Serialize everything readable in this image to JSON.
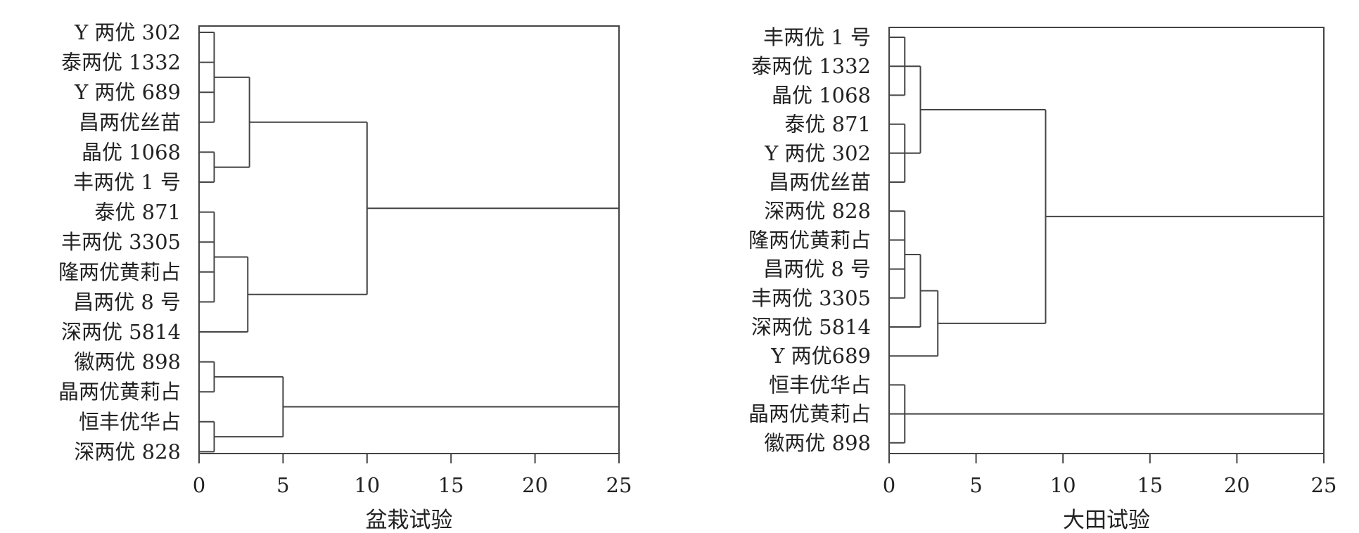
{
  "colors": {
    "line": "#444444",
    "text": "#222222",
    "background": "#ffffff"
  },
  "chart_data": [
    {
      "type": "dendrogram",
      "title": "",
      "xlabel": "盆栽试验",
      "ylabel": "",
      "xlim": [
        0,
        25
      ],
      "xticks": [
        "0",
        "5",
        "10",
        "15",
        "20",
        "25"
      ],
      "grid": false,
      "legend": "none",
      "leaves": [
        "Y 两优 302",
        "泰两优 1332",
        "Y 两优 689",
        "昌两优丝苗",
        "晶优 1068",
        "丰两优 1 号",
        "泰优 871",
        "丰两优 3305",
        "隆两优黄莉占",
        "昌两优 8 号",
        "深两优 5814",
        "徽两优 898",
        "晶两优黄莉占",
        "恒丰优华占",
        "深两优 828"
      ],
      "merges": [
        {
          "children": [
            "L0",
            "L1",
            "L2",
            "L3"
          ],
          "height": 0.9
        },
        {
          "children": [
            "L4",
            "L5"
          ],
          "height": 0.9
        },
        {
          "children": [
            "M0",
            "M1"
          ],
          "height": 3
        },
        {
          "children": [
            "L6",
            "L7",
            "L8",
            "L9"
          ],
          "height": 0.9
        },
        {
          "children": [
            "M3",
            "L10"
          ],
          "height": 2.9
        },
        {
          "children": [
            "M2",
            "M4"
          ],
          "height": 10
        },
        {
          "children": [
            "L11",
            "L12"
          ],
          "height": 0.9
        },
        {
          "children": [
            "L13",
            "L14"
          ],
          "height": 0.9
        },
        {
          "children": [
            "M6",
            "M7"
          ],
          "height": 5
        },
        {
          "children": [
            "M5",
            "M8"
          ],
          "height": 25
        }
      ]
    },
    {
      "type": "dendrogram",
      "title": "",
      "xlabel": "大田试验",
      "ylabel": "",
      "xlim": [
        0,
        25
      ],
      "xticks": [
        "0",
        "5",
        "10",
        "15",
        "20",
        "25"
      ],
      "grid": false,
      "legend": "none",
      "leaves": [
        "丰两优 1 号",
        "泰两优 1332",
        "晶优 1068",
        "泰优 871",
        "Y 两优 302",
        "昌两优丝苗",
        "深两优 828",
        "隆两优黄莉占",
        "昌两优 8 号",
        "丰两优 3305",
        "深两优 5814",
        "Y 两优689",
        "恒丰优华占",
        "晶两优黄莉占",
        "徽两优 898"
      ],
      "merges": [
        {
          "children": [
            "L0",
            "L1",
            "L2"
          ],
          "height": 0.9
        },
        {
          "children": [
            "L3",
            "L4",
            "L5"
          ],
          "height": 0.9
        },
        {
          "children": [
            "M0",
            "M1"
          ],
          "height": 1.8
        },
        {
          "children": [
            "L6",
            "L7",
            "L8",
            "L9"
          ],
          "height": 0.9
        },
        {
          "children": [
            "M3",
            "L10"
          ],
          "height": 1.8
        },
        {
          "children": [
            "M4",
            "L11"
          ],
          "height": 2.8
        },
        {
          "children": [
            "M2",
            "M5"
          ],
          "height": 9
        },
        {
          "children": [
            "L12",
            "L13",
            "L14"
          ],
          "height": 0.9
        },
        {
          "children": [
            "M6",
            "M7"
          ],
          "height": 25
        }
      ]
    }
  ]
}
